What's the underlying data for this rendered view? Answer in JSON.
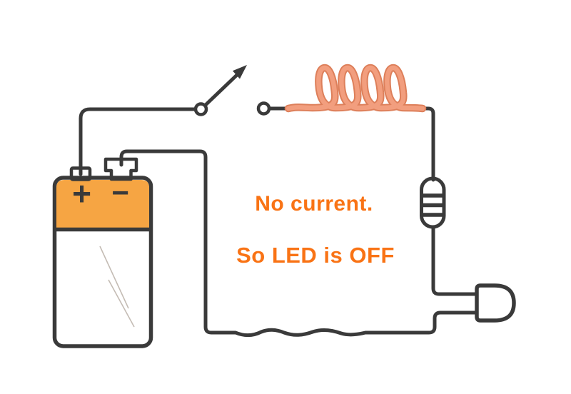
{
  "scene": {
    "background": "#ffffff",
    "ink_color": "#3a3a3a"
  },
  "annotation": {
    "line1": "No current.",
    "line2": "So LED is OFF",
    "color": "#f97315"
  },
  "battery": {
    "plus_label": "+",
    "minus_label": "−",
    "top_color": "#f6a543",
    "body_color": "#6e3f1d",
    "terminal_color": "#ffffff"
  },
  "switch": {
    "state": "open"
  },
  "coil": {
    "outline_color": "#dd7f5a",
    "fill_color": "#f29e7e",
    "loop_count": 4
  },
  "resistor": {
    "fill_color": "#f8d09c",
    "band_count": 3
  },
  "led": {
    "fill_color": "#ffffff",
    "state": "off"
  },
  "components": [
    "battery",
    "switch-open",
    "coil",
    "resistor",
    "led",
    "wires"
  ]
}
